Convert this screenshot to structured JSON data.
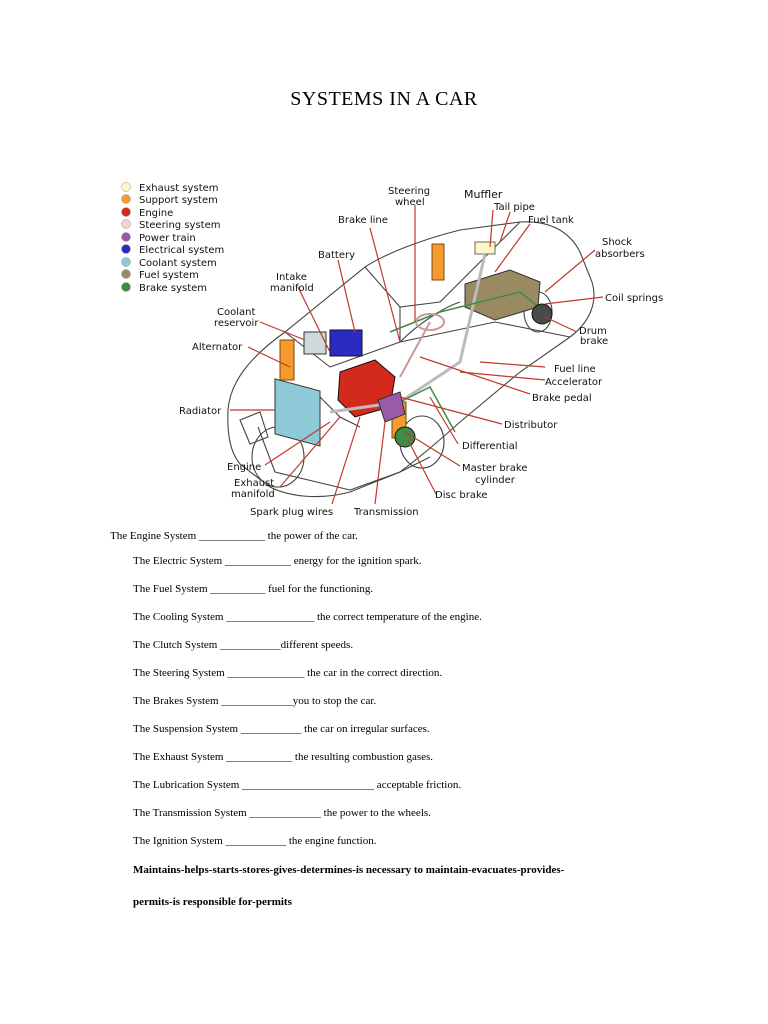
{
  "title": "SYSTEMS IN A CAR",
  "legend": [
    {
      "label": "Exhaust system",
      "color": "#fff6c8"
    },
    {
      "label": "Support system",
      "color": "#f59a2c"
    },
    {
      "label": "Engine",
      "color": "#d42a1e"
    },
    {
      "label": "Steering system",
      "color": "#f4cfd4"
    },
    {
      "label": "Power train",
      "color": "#9a5aa8"
    },
    {
      "label": "Electrical system",
      "color": "#2b2bc4"
    },
    {
      "label": "Coolant system",
      "color": "#8ec9d8"
    },
    {
      "label": "Fuel system",
      "color": "#9a8a62"
    },
    {
      "label": "Brake system",
      "color": "#3f8c46"
    }
  ],
  "diagram_labels": {
    "steering_wheel": [
      "Steering",
      "wheel"
    ],
    "muffler": "Muffler",
    "tail_pipe": "Tail pipe",
    "brake_line": "Brake line",
    "fuel_tank": "Fuel tank",
    "battery": "Battery",
    "shock_absorbers": [
      "Shock",
      "absorbers"
    ],
    "intake_manifold": [
      "Intake",
      "manifold"
    ],
    "coil_springs": "Coil  springs",
    "coolant_reservoir": [
      "Coolant",
      "reservoir"
    ],
    "drum_brake": [
      "Drum",
      "brake"
    ],
    "alternator": "Alternator",
    "fuel_line": "Fuel line",
    "accelerator": "Accelerator",
    "brake_pedal": "Brake pedal",
    "radiator": "Radiator",
    "distributor": "Distributor",
    "differential": "Differential",
    "engine": "Engine",
    "master_brake_cylinder": [
      "Master brake",
      "cylinder"
    ],
    "exhaust_manifold": [
      "Exhaust",
      "manifold"
    ],
    "disc_brake": "Disc brake",
    "spark_plug_wires": "Spark plug wires",
    "transmission": "Transmission"
  },
  "sentences": [
    "The Engine System ____________ the power of the car.",
    "The Electric System ____________ energy for the ignition spark.",
    "The Fuel System __________ fuel for the functioning.",
    "The Cooling System ________________ the correct temperature of the engine.",
    "The Clutch System ___________different speeds.",
    "The Steering System ______________ the car in the correct direction.",
    "The Brakes System _____________you to stop the car.",
    "The Suspension System ___________ the car on irregular surfaces.",
    "The Exhaust System ____________ the resulting combustion gases.",
    "The Lubrication System ________________________ acceptable friction.",
    "The Transmission System _____________ the power to the wheels.",
    " The Ignition System ___________ the engine function."
  ],
  "word_bank": [
    "Maintains-helps-starts-stores-gives-determines-is necessary to maintain-evacuates-provides-",
    "permits-is responsible for-permits"
  ]
}
